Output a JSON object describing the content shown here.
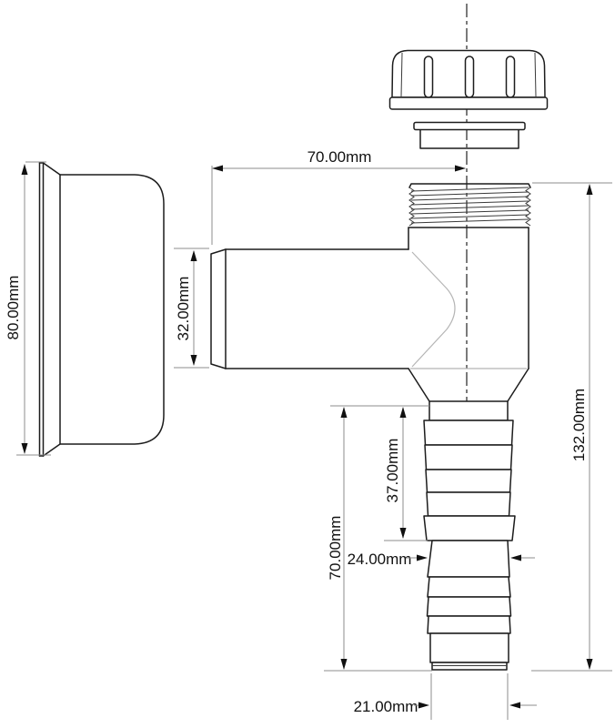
{
  "dims": {
    "top_width": "70.00mm",
    "side_flange_height": "80.00mm",
    "spigot_od": "32.00mm",
    "tail_upper": "37.00mm",
    "tail_total": "70.00mm",
    "tail_waist": "24.00mm",
    "overall_height": "132.00mm",
    "tail_end": "21.00mm"
  },
  "colors": {
    "outline": "#1c1c1c",
    "dimension_lines": "#8c8c8c",
    "internal_detail": "#b5b5b5",
    "text": "#111111",
    "background": "#ffffff"
  }
}
